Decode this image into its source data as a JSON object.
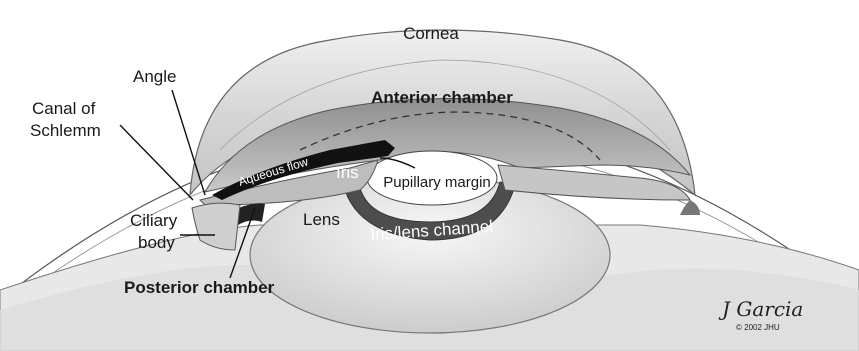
{
  "labels": {
    "cornea": "Cornea",
    "angle": "Angle",
    "canal_of_schlemm_line1": "Canal of",
    "canal_of_schlemm_line2": "Schlemm",
    "anterior_chamber": "Anterior chamber",
    "aqueous_flow": "Aqueous flow",
    "iris": "Iris",
    "pupillary_margin": "Pupillary margin",
    "lens": "Lens",
    "iris_lens_channel": "Iris/lens channel",
    "ciliary_body_line1": "Ciliary",
    "ciliary_body_line2": "body",
    "posterior_chamber": "Posterior chamber"
  },
  "credit": {
    "signature": "J Garcia",
    "copyright": "© 2002 JHU"
  },
  "colors": {
    "background": "#ffffff",
    "cornea": "#d9d9d9",
    "anterior_chamber": "#a9a9a9",
    "iris_lens_channel": "#555555",
    "lens": "#e6e6e6",
    "aqueous_flow": "#111111",
    "ink": "#1a1a1a"
  }
}
